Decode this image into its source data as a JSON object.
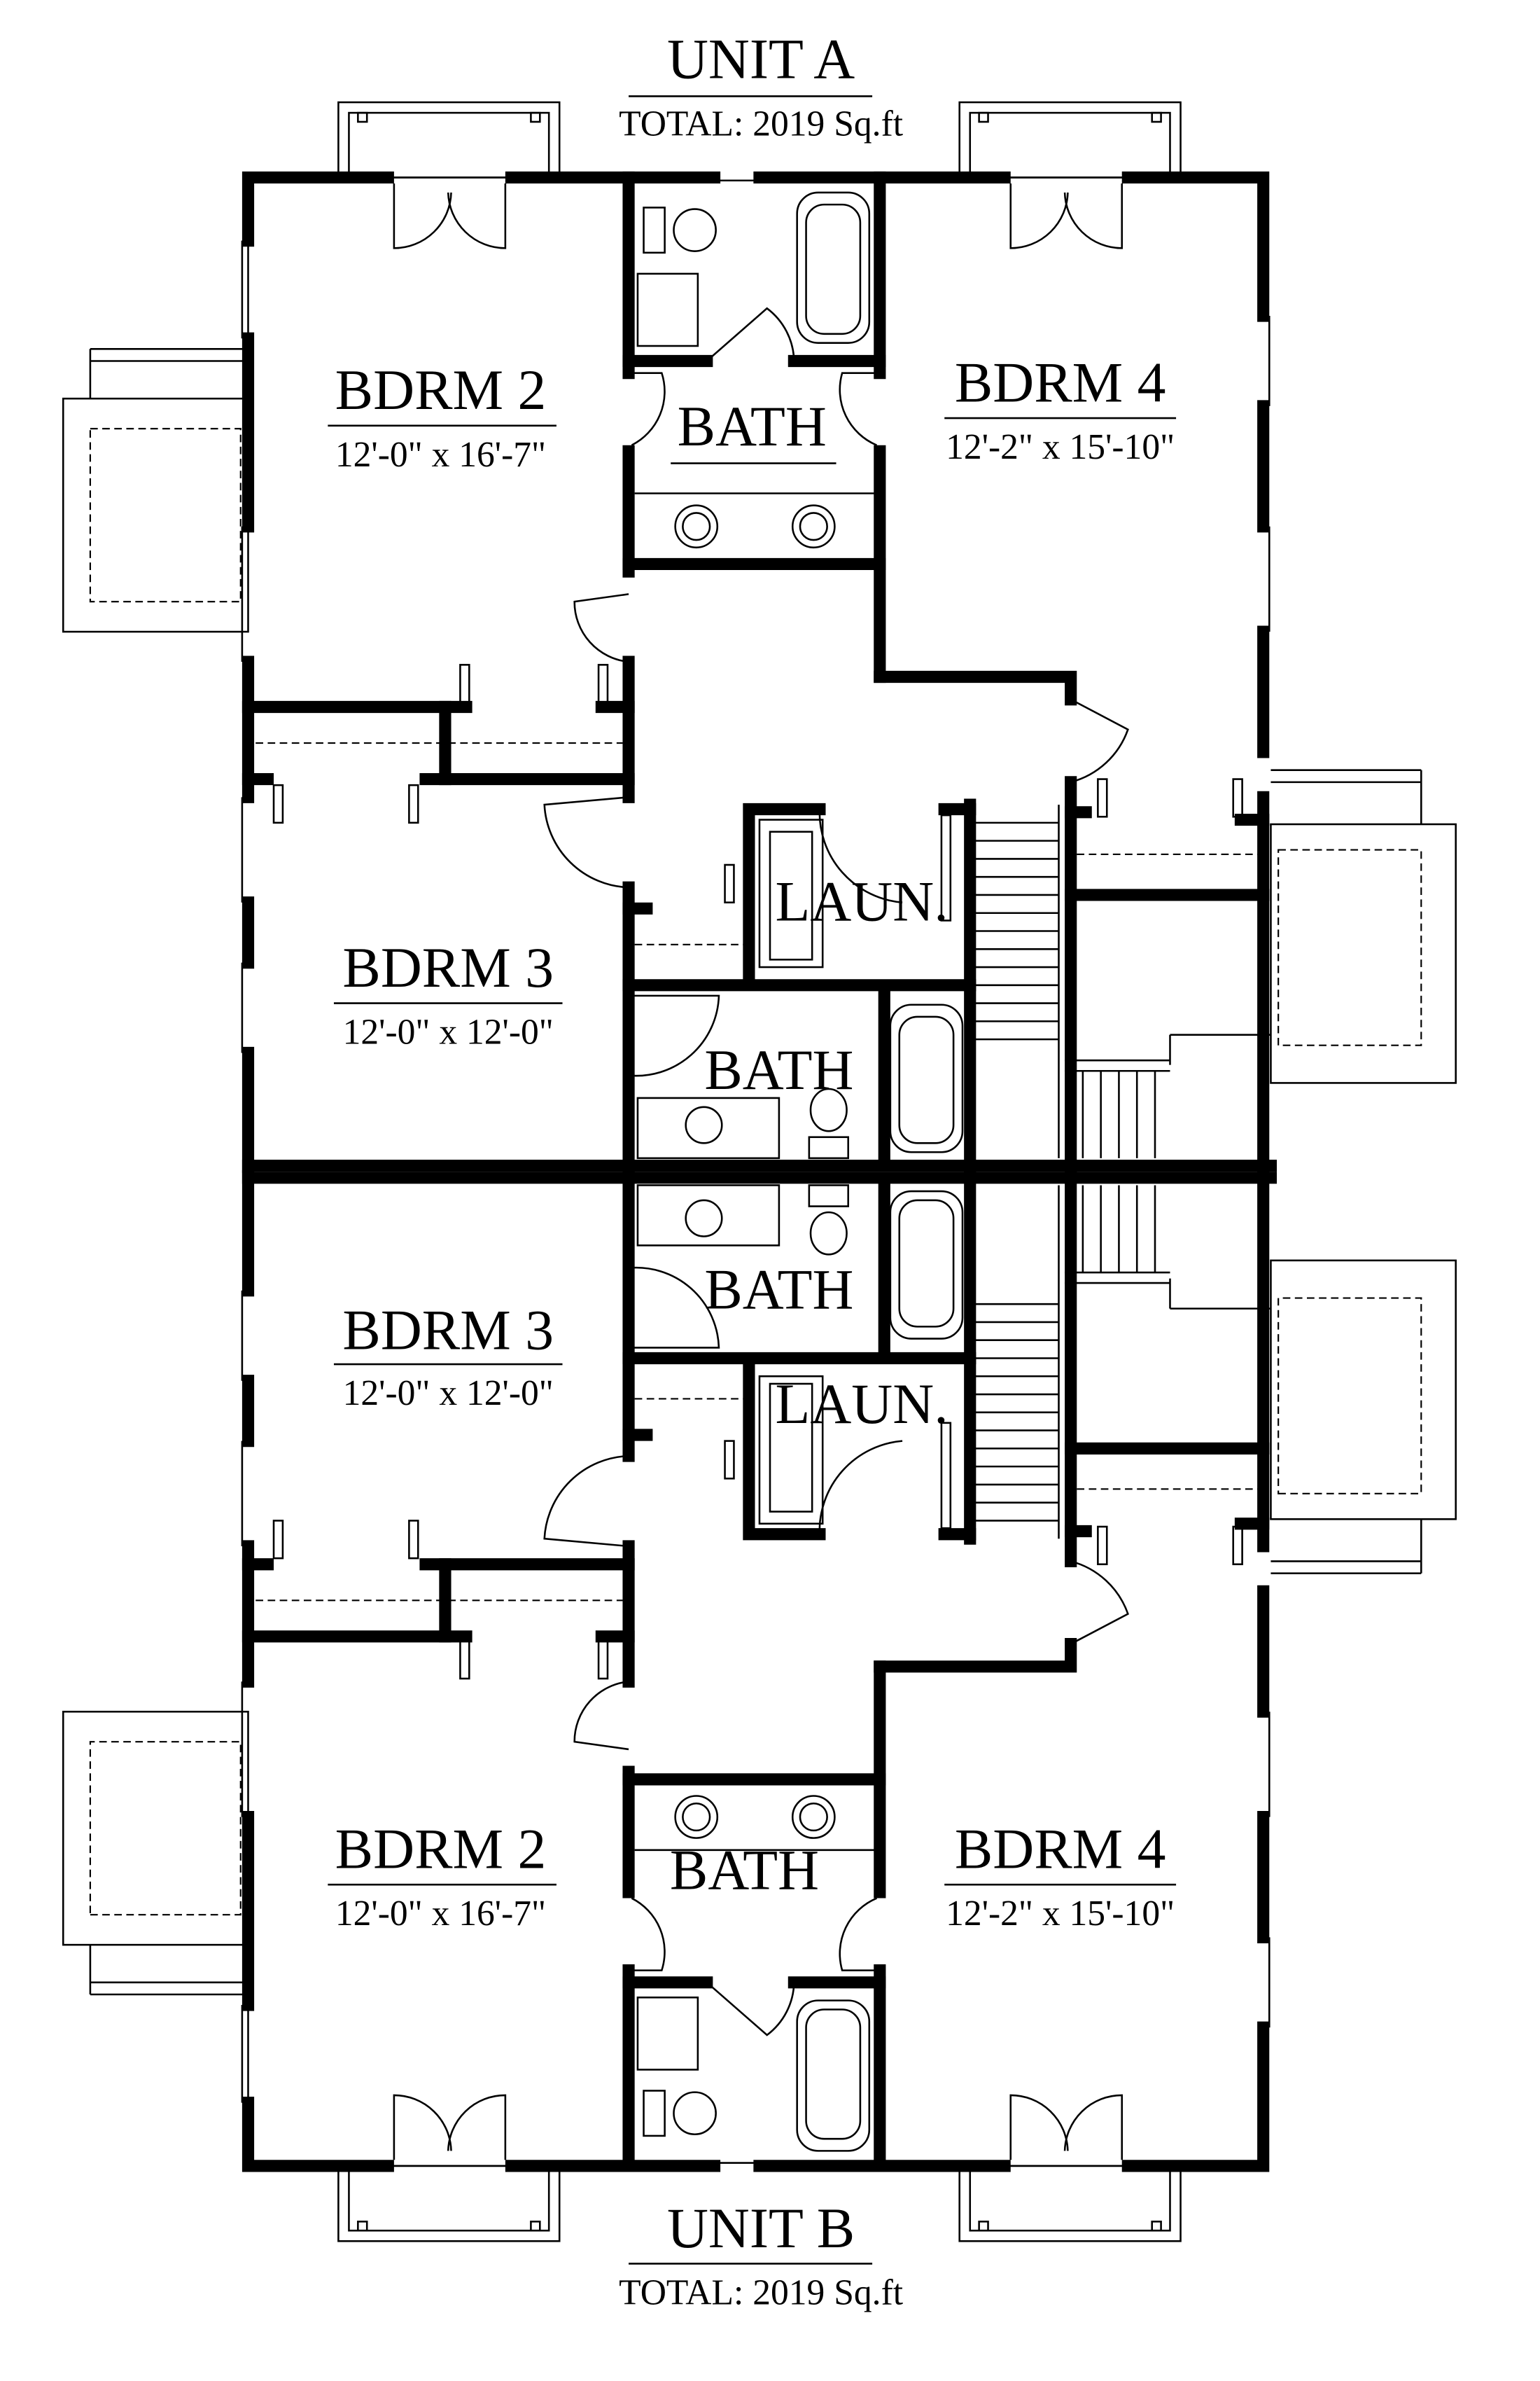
{
  "unit_a": {
    "title": "UNIT A",
    "total": "TOTAL: 2019 Sq.ft",
    "rooms": {
      "bdrm2": {
        "name": "BDRM 2",
        "dims": "12'-0\" x 16'-7\""
      },
      "bath_upper": {
        "name": "BATH"
      },
      "bdrm4": {
        "name": "BDRM 4",
        "dims": "12'-2\" x 15'-10\""
      },
      "laundry": {
        "name": "LAUN."
      },
      "bdrm3": {
        "name": "BDRM 3",
        "dims": "12'-0\" x 12'-0\""
      },
      "bath_lower": {
        "name": "BATH"
      }
    }
  },
  "unit_b": {
    "title": "UNIT B",
    "total": "TOTAL: 2019 Sq.ft",
    "rooms": {
      "bath_upper": {
        "name": "BATH"
      },
      "bdrm3": {
        "name": "BDRM 3",
        "dims": "12'-0\" x 12'-0\""
      },
      "laundry": {
        "name": "LAUN."
      },
      "bdrm2": {
        "name": "BDRM 2",
        "dims": "12'-0\" x 16'-7\""
      },
      "bath_lower": {
        "name": "BATH"
      },
      "bdrm4": {
        "name": "BDRM 4",
        "dims": "12'-2\" x 15'-10\""
      }
    }
  }
}
